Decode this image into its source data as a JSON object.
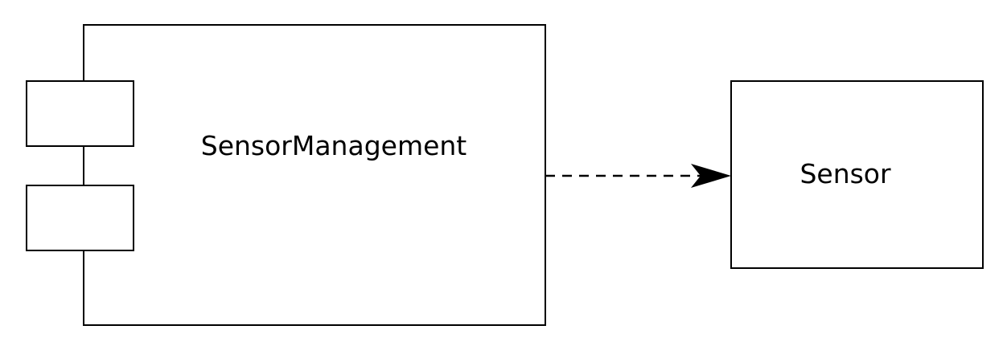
{
  "diagram": {
    "nodes": [
      {
        "id": "sensor-management",
        "label": "SensorManagement",
        "kind": "component",
        "ports": 2
      },
      {
        "id": "sensor",
        "label": "Sensor",
        "kind": "class"
      }
    ],
    "edges": [
      {
        "from": "sensor-management",
        "to": "sensor",
        "style": "dashed",
        "arrowhead": "filled",
        "label": ""
      }
    ],
    "colors": {
      "stroke": "#000000",
      "fill": "#ffffff",
      "background": "#ffffff"
    }
  }
}
